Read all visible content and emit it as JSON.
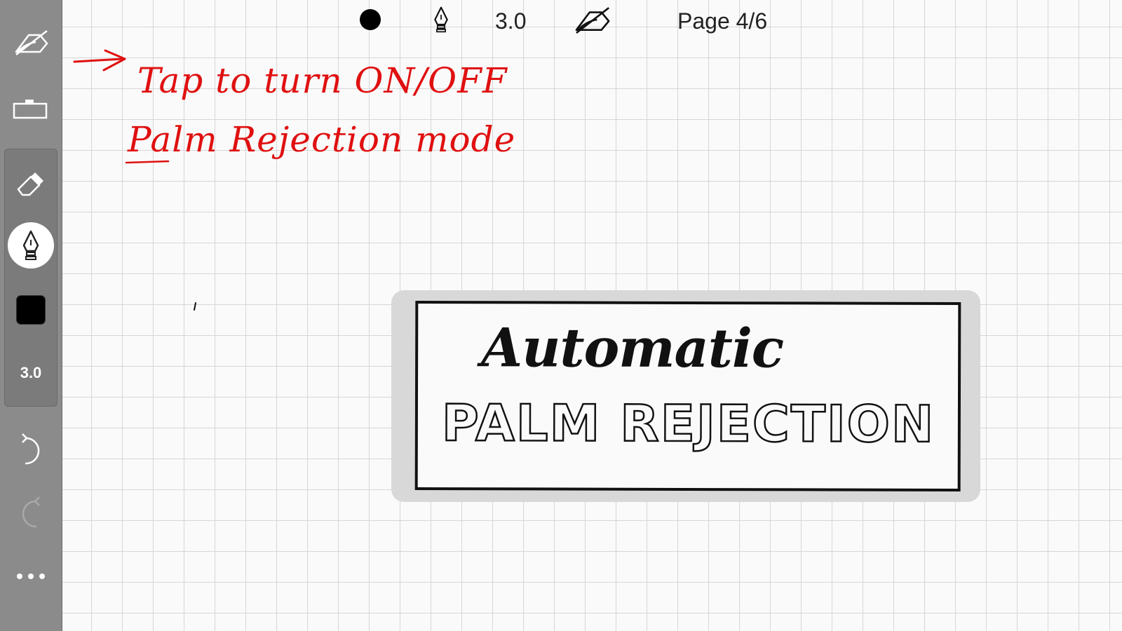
{
  "sidebar": {
    "items": [
      {
        "name": "palm-rejection-icon"
      },
      {
        "name": "toolbar-toggle-icon"
      },
      {
        "name": "eraser-icon"
      },
      {
        "name": "pen-icon",
        "active": true
      },
      {
        "name": "color-swatch",
        "color": "#000000"
      },
      {
        "name": "pen-size",
        "label": "3.0"
      },
      {
        "name": "undo-icon"
      },
      {
        "name": "redo-icon",
        "enabled": false
      },
      {
        "name": "more-icon"
      }
    ],
    "pen_size_label": "3.0"
  },
  "topbar": {
    "color_icon": "color-dot-icon",
    "pen_icon": "pen-nib-icon",
    "pen_size": "3.0",
    "palm_icon": "palm-rejection-icon",
    "page_indicator": "Page 4/6"
  },
  "notes": {
    "line1": "Tap to turn ON/OFF",
    "line2": "Palm Rejection mode",
    "color": "#e01010"
  },
  "card": {
    "title": "Automatic",
    "subtitle": "PALM REJECTION"
  },
  "colors": {
    "sidebar_bg": "#8b8b8b",
    "grid_line": "#d6d6d6",
    "annotation": "#e01010"
  }
}
